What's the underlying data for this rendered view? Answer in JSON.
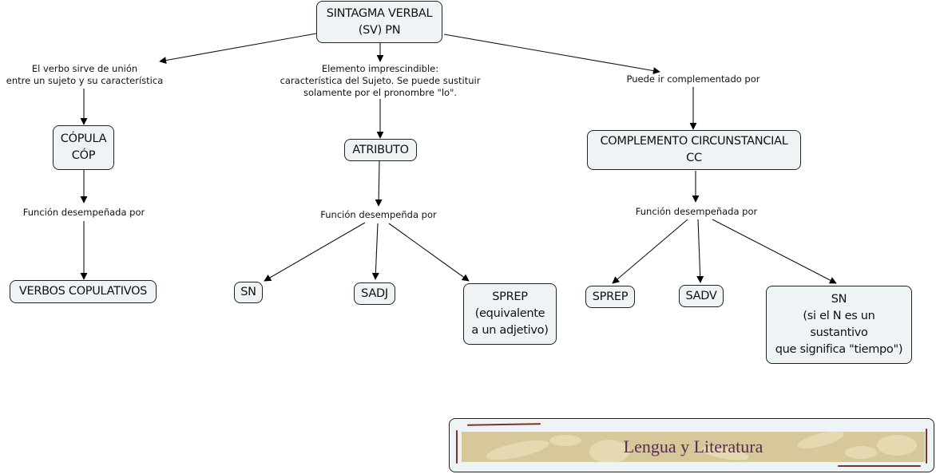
{
  "concept_map": {
    "root": {
      "line1": "SINTAGMA VERBAL",
      "line2": "(SV) PN"
    },
    "branches": {
      "copula": {
        "link_label": {
          "line1": "El verbo sirve de unión",
          "line2": "entre un sujeto y su característica"
        },
        "node": {
          "line1": "CÓPULA",
          "line2": "CÓP"
        },
        "function_label": "Función desempeñada por",
        "children": [
          "VERBOS COPULATIVOS"
        ]
      },
      "atributo": {
        "link_label": {
          "line1": "Elemento imprescindible:",
          "line2": "característica del Sujeto. Se puede sustituir",
          "line3": "solamente por el pronombre \"lo\"."
        },
        "node": {
          "line1": "ATRIBUTO"
        },
        "function_label": "Función desempeñda por",
        "children": [
          {
            "line1": "SN"
          },
          {
            "line1": "SADJ"
          },
          {
            "line1": "SPREP",
            "line2": "(equivalente",
            "line3": "a un adjetivo)"
          }
        ]
      },
      "cc": {
        "link_label": {
          "line1": "Puede ir complementado por"
        },
        "node": {
          "line1": "COMPLEMENTO CIRCUNSTANCIAL",
          "line2": "CC"
        },
        "function_label": "Función desempeñada por",
        "children": [
          {
            "line1": "SPREP"
          },
          {
            "line1": "SADV"
          },
          {
            "line1": "SN",
            "line2": "(si el N es un",
            "line3": "sustantivo",
            "line4": "que significa \"tiempo\")"
          }
        ]
      }
    }
  },
  "banner": {
    "title": "Lengua y Literatura"
  },
  "colors": {
    "node_fill": "#eef3f5",
    "banner_fill": "#d6c89a",
    "banner_text": "#5a2a52",
    "accent_stroke": "#7a3422"
  }
}
